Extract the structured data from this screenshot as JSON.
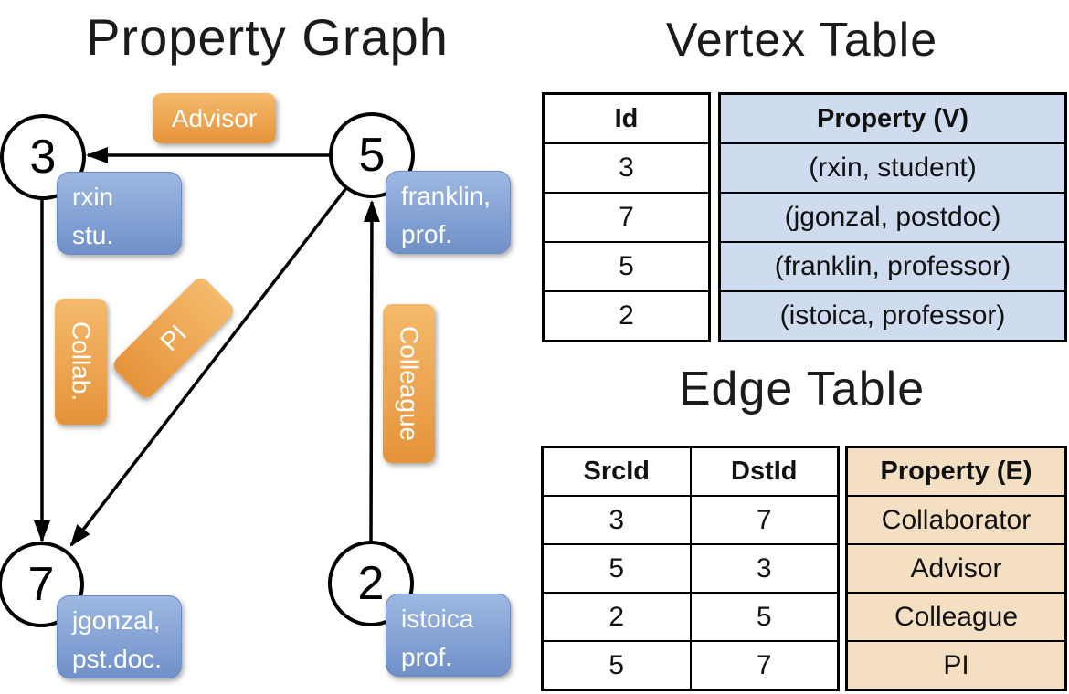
{
  "graph": {
    "title": "Property Graph",
    "nodes": [
      {
        "id": "3",
        "property_lines": [
          "rxin",
          "stu."
        ]
      },
      {
        "id": "5",
        "property_lines": [
          "franklin,",
          "prof."
        ]
      },
      {
        "id": "7",
        "property_lines": [
          "jgonzal,",
          "pst.doc."
        ]
      },
      {
        "id": "2",
        "property_lines": [
          "istoica",
          "prof."
        ]
      }
    ],
    "edge_labels": {
      "advisor": "Advisor",
      "collab": "Collab.",
      "pi": "PI",
      "colleague": "Colleague"
    }
  },
  "vertex_table": {
    "title": "Vertex Table",
    "columns": [
      "Id",
      "Property (V)"
    ],
    "rows": [
      [
        "3",
        "(rxin, student)"
      ],
      [
        "7",
        "(jgonzal, postdoc)"
      ],
      [
        "5",
        "(franklin, professor)"
      ],
      [
        "2",
        "(istoica, professor)"
      ]
    ]
  },
  "edge_table": {
    "title": "Edge Table",
    "columns": [
      "SrcId",
      "DstId",
      "Property (E)"
    ],
    "rows": [
      [
        "3",
        "7",
        "Collaborator"
      ],
      [
        "5",
        "3",
        "Advisor"
      ],
      [
        "2",
        "5",
        "Colleague"
      ],
      [
        "5",
        "7",
        "PI"
      ]
    ]
  },
  "colors": {
    "edge_label_orange": "#E8983E",
    "vertex_label_blue": "#7E9DD2",
    "vertex_table_fill": "#CFDCF0",
    "edge_table_fill": "#F4DFC3",
    "line_black": "#000000"
  }
}
